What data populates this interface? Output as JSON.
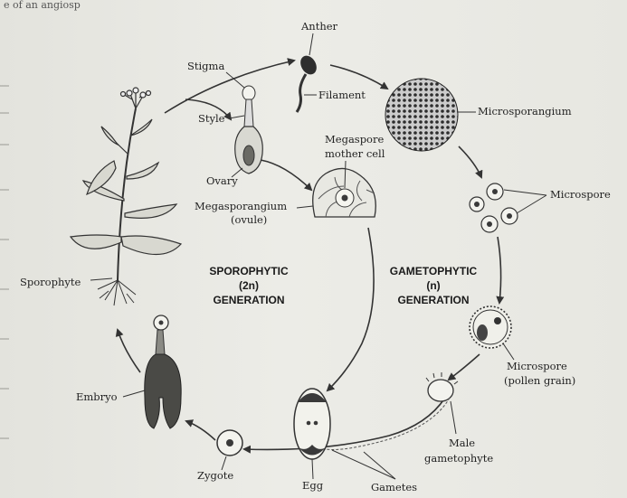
{
  "header_fragment": "e of an angiosp",
  "labels": {
    "anther": "Anther",
    "stigma": "Stigma",
    "filament": "Filament",
    "microsporangium": "Microsporangium",
    "style": "Style",
    "megaspore_mother_cell": [
      "Megaspore",
      "mother cell"
    ],
    "ovary": "Ovary",
    "megasporangium": [
      "Megasporangium",
      "(ovule)"
    ],
    "microspore": "Microspore",
    "sporophyte": "Sporophyte",
    "sporophytic_generation": [
      "SPOROPHYTIC",
      "(2n)",
      "GENERATION"
    ],
    "gametophytic_generation": [
      "GAMETOPHYTIC",
      "(n)",
      "GENERATION"
    ],
    "microspore_pollen": [
      "Microspore",
      "(pollen grain)"
    ],
    "embryo": "Embryo",
    "male_gametophyte": [
      "Male",
      "gametophyte"
    ],
    "zygote": "Zygote",
    "egg": "Egg",
    "gametes": "Gametes"
  },
  "colors": {
    "ink": "#333333",
    "paper": "#ecece7"
  }
}
